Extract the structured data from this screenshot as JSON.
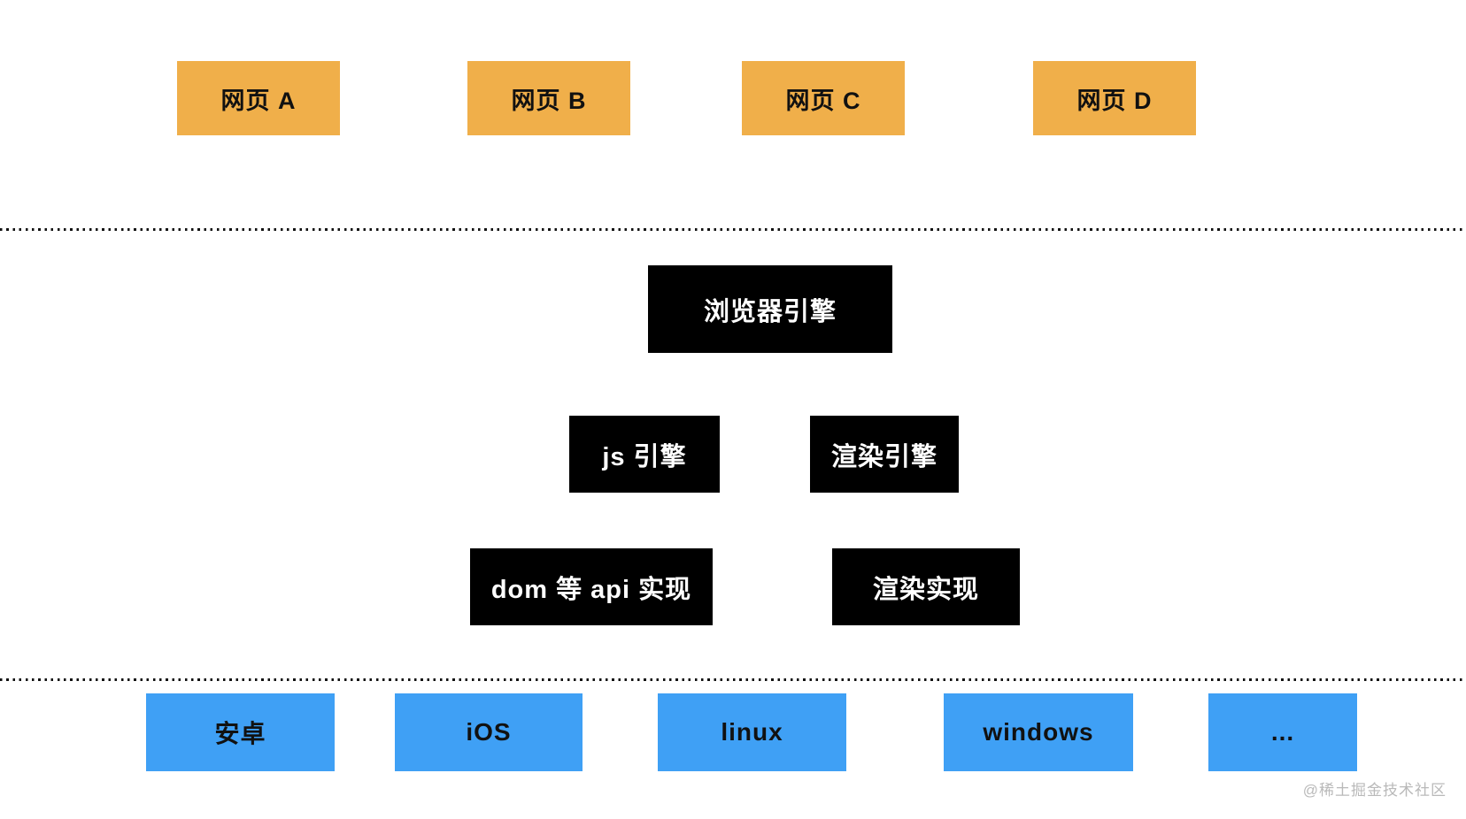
{
  "diagram": {
    "pages": [
      {
        "label": "网页 A"
      },
      {
        "label": "网页 B"
      },
      {
        "label": "网页 C"
      },
      {
        "label": "网页 D"
      }
    ],
    "engine_layer": {
      "browser_engine": "浏览器引擎",
      "js_engine": "js 引擎",
      "render_engine": "渲染引擎",
      "dom_api_impl": "dom 等 api 实现",
      "render_impl": "渲染实现"
    },
    "os_layer": [
      {
        "label": "安卓"
      },
      {
        "label": "iOS"
      },
      {
        "label": "linux"
      },
      {
        "label": "windows"
      },
      {
        "label": "..."
      }
    ],
    "watermark": "@稀土掘金技术社区",
    "colors": {
      "page_box": "#F0AF4A",
      "engine_box": "#000000",
      "engine_text": "#FFFFFF",
      "os_box": "#3FA0F5",
      "box_text": "#111111",
      "divider": "#111111",
      "watermark": "#B9B9B9",
      "background": "#FFFFFF"
    }
  }
}
